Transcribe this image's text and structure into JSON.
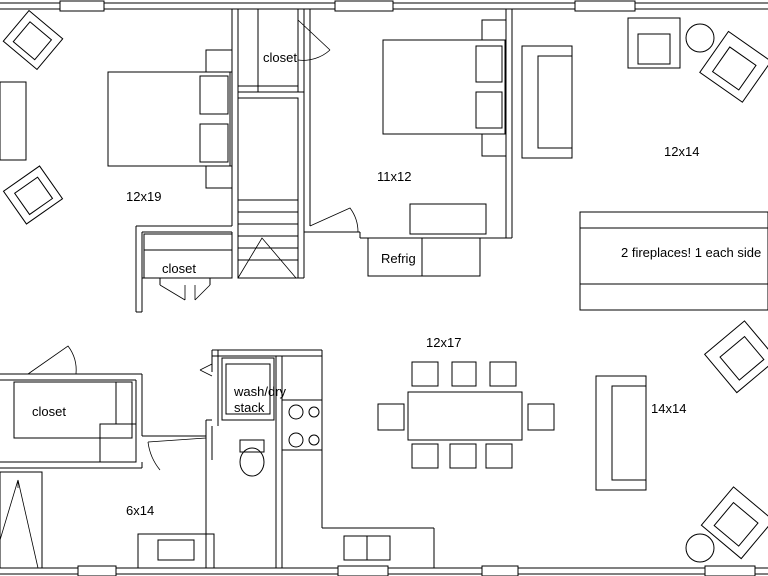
{
  "rooms": {
    "bedroom_left": "12x19",
    "bedroom_center": "11x12",
    "living_top_right": "12x14",
    "dining": "12x17",
    "living_bottom_right": "14x14",
    "bottom_left_room": "6x14"
  },
  "labels": {
    "closet_top": "closet",
    "closet_mid": "closet",
    "closet_left": "closet",
    "refrig": "Refrig",
    "wash_dry_line1": "wash/dry",
    "wash_dry_line2": "stack",
    "fireplace_note": "2 fireplaces! 1 each side"
  }
}
